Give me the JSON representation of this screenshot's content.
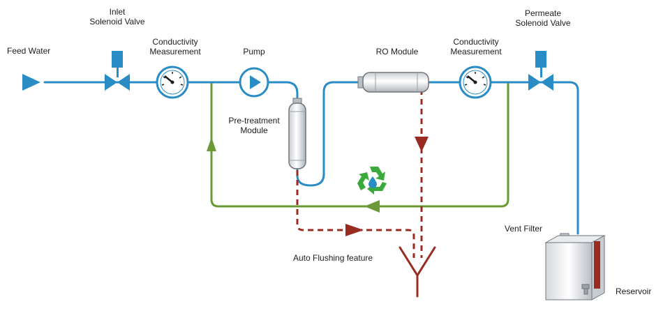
{
  "labels": {
    "feed_water": "Feed Water",
    "inlet_valve": [
      "Inlet",
      "Solenoid Valve"
    ],
    "conductivity_1": [
      "Conductivity",
      "Measurement"
    ],
    "pump": "Pump",
    "pretreatment": [
      "Pre-treatment",
      "Module"
    ],
    "ro_module": "RO Module",
    "conductivity_2": [
      "Conductivity",
      "Measurement"
    ],
    "permeate_valve": [
      "Permeate",
      "Solenoid Valve"
    ],
    "vent_filter": "Vent Filter",
    "reservoir": "Reservoir",
    "auto_flushing": "Auto Flushing feature"
  },
  "colors": {
    "water_line": "#2a8cc4",
    "recycle_line": "#6a9a35",
    "drain_line": "#9a2b20",
    "gauge": "#2a8cc4",
    "recycle_icon": "#3aaa3c"
  }
}
